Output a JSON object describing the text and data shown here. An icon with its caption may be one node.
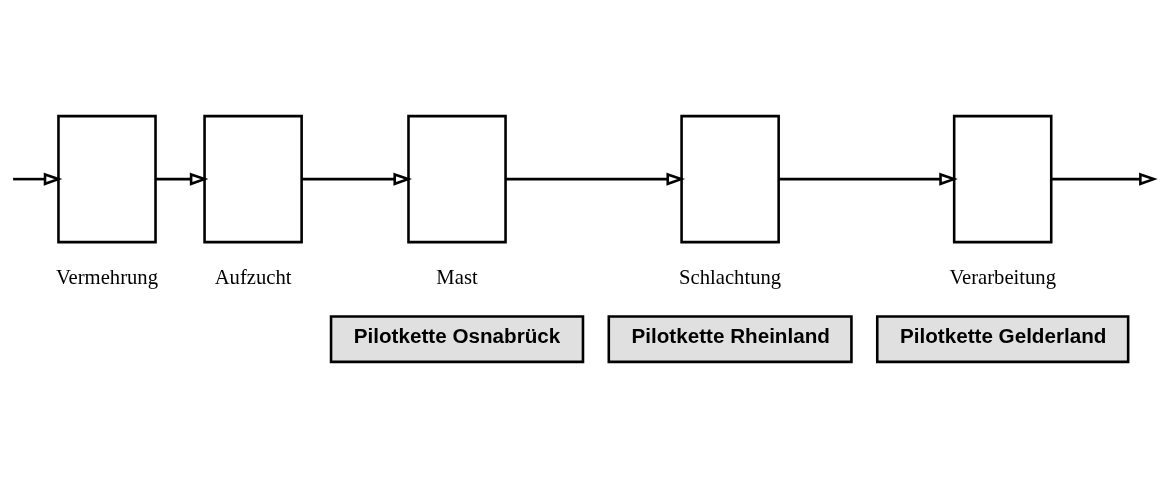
{
  "diagram": {
    "nodes": [
      {
        "text": [],
        "shape": "box",
        "beside": [
          "Vermehrung"
        ]
      },
      {
        "text": [],
        "shape": "box",
        "beside": [
          "Aufzucht"
        ]
      },
      {
        "text": [],
        "shape": "box",
        "beside": [
          "Mast"
        ]
      },
      {
        "text": [],
        "shape": "box",
        "beside": [
          "Schlachtung"
        ]
      },
      {
        "text": [],
        "shape": "box",
        "beside": [
          "Verarbeitung"
        ]
      },
      {
        "text": [
          "Pilotkette Osnabrück"
        ]
      },
      {
        "text": [
          "Pilotkette Rheinland"
        ]
      },
      {
        "text": [
          "Pilotkette Gelderland"
        ]
      }
    ],
    "edges": [
      {
        "from": null,
        "to": 0,
        "arrow": "to"
      },
      {
        "from": 0,
        "to": 1,
        "arrow": "to"
      },
      {
        "from": 1,
        "to": 2,
        "arrow": "to"
      },
      {
        "from": 2,
        "to": 3,
        "arrow": "to"
      },
      {
        "from": 3,
        "to": 4,
        "arrow": "to"
      },
      {
        "from": 4,
        "to": null,
        "arrow": "to"
      }
    ]
  }
}
